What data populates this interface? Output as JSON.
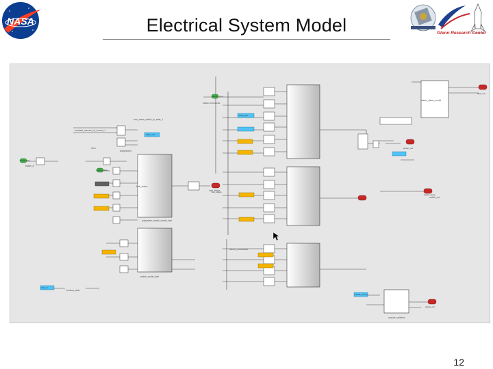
{
  "slide": {
    "title": "Electrical System Model",
    "page_number": "12"
  },
  "logos": {
    "left": "NASA",
    "right": "Glenn Research Center"
  },
  "diagram": {
    "labels": {
      "switch_commands": "switch commands",
      "cmd_name_switch": "cmd_name_switch_to_state_1",
      "constant_nonzero": "constant_nonzero_of_current_1",
      "assignment": "Assignment",
      "fault_status": "fault_status",
      "load_status": "load_status",
      "sum": "Sum",
      "status_states_model": "status_states_model",
      "subsys_main": "subsystem_switch_model_fault",
      "subsys_lower": "switch_model_fault",
      "switch_out": "switch_out",
      "switch_in": "switch_in",
      "breaker_state": "breaker_state",
      "module_switches": "module_switches",
      "demux_commands": "demux_commands"
    },
    "blocks": {
      "green_1": "switch_cmd",
      "green_2": "commands",
      "green_3": "load_enable",
      "cyan_1": "load_fault",
      "cyan_2": "fault_cmd",
      "cyan_3": "fault_in",
      "cyan_4": "switch_cmd_in",
      "red_1": "bus_status",
      "red_2": "fault_out",
      "red_3": "power_out",
      "red_4": "switch_state",
      "red_5": "status_out"
    }
  },
  "colors": {
    "nasa_blue": "#0b3d91",
    "nasa_red": "#fc3d21",
    "block_green": "#3fae49",
    "block_red": "#c62828",
    "block_cyan": "#4fc3f7",
    "block_yellow": "#f4b400",
    "block_gray": "#616161",
    "canvas_bg": "#e6e6e6"
  }
}
